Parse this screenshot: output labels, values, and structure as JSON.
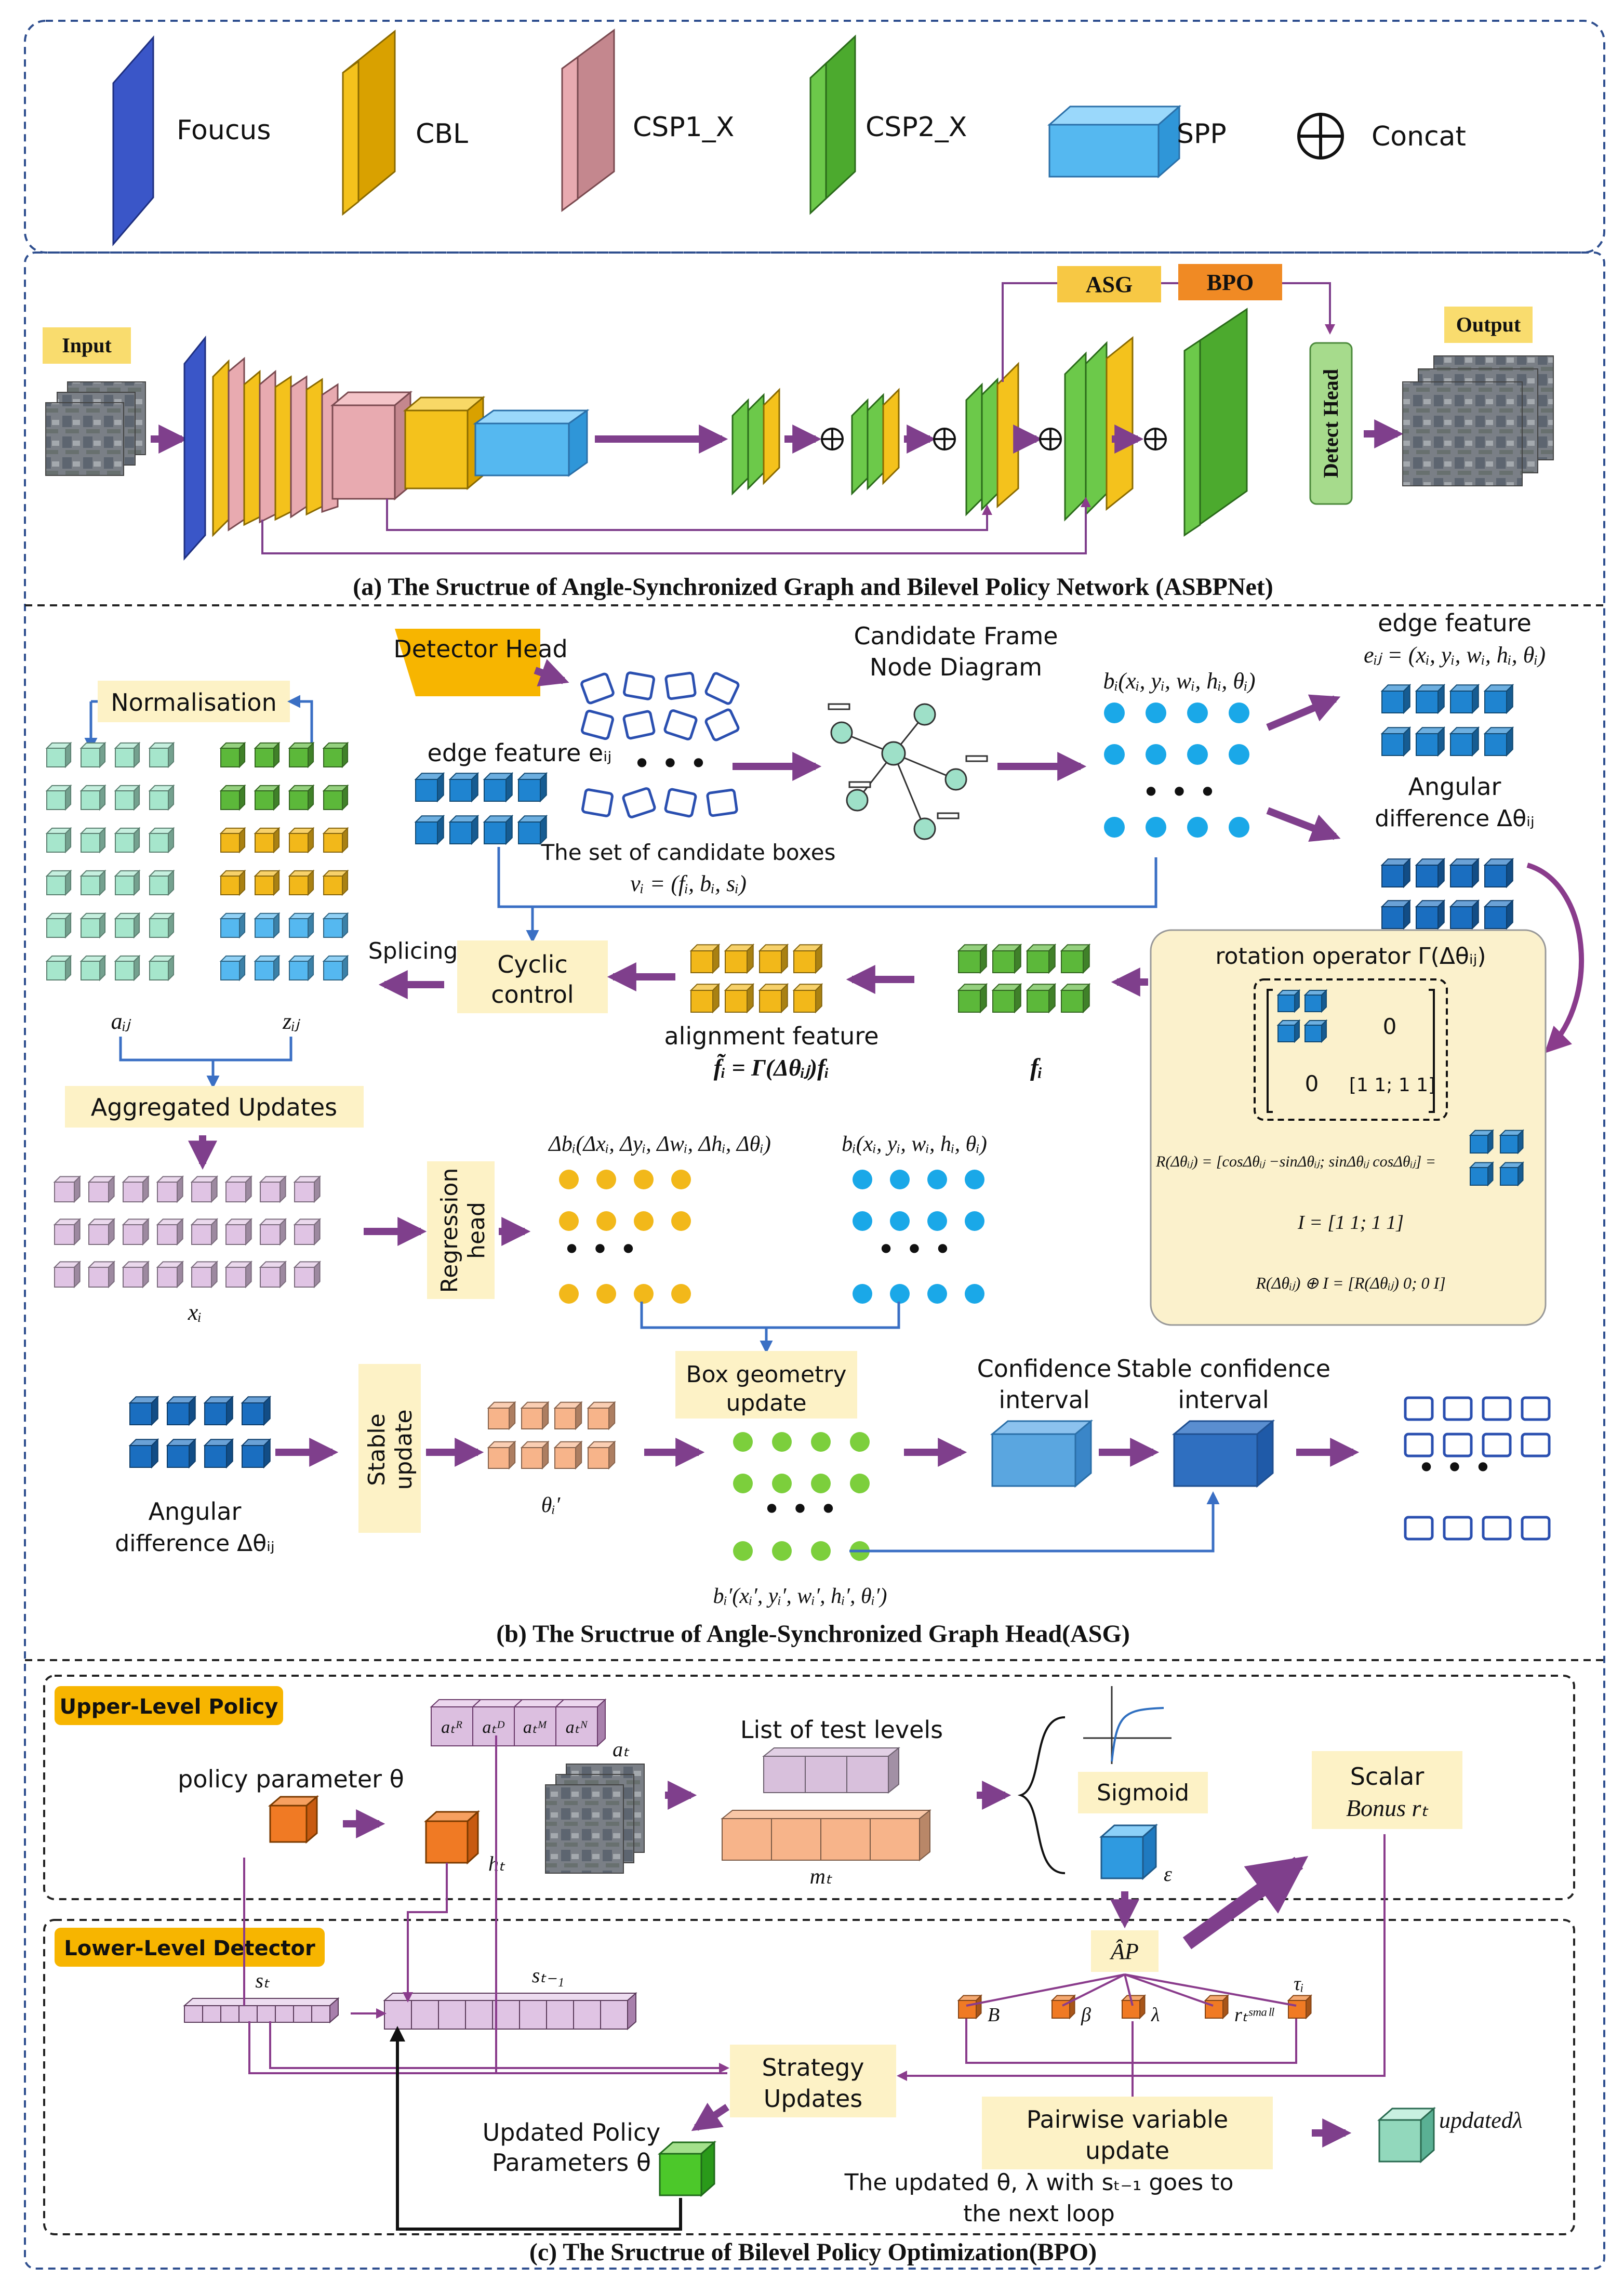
{
  "legend": {
    "focus": "Foucus",
    "cbl": "CBL",
    "csp1": "CSP1_X",
    "csp2": "CSP2_X",
    "spp": "SPP",
    "concat": "Concat"
  },
  "colors": {
    "focus": "#3a56c8",
    "cbl": "#f2b81a",
    "csp1": "#e8aab0",
    "csp2": "#5cb83a",
    "spp": "#55b8f0",
    "asg": "#f7c844",
    "bpo": "#f08a24",
    "arrow": "#7f3f8c",
    "blueLine": "#3a6fc4",
    "tagFill": "#fdf2c6",
    "cyanDot": "#1aa8e8",
    "yellowDot": "#f2b81a",
    "greenDot": "#7ccf3c"
  },
  "panel_a": {
    "input": "Input",
    "output": "Output",
    "asg": "ASG",
    "bpo": "BPO",
    "detect_head": "Detect Head",
    "caption": "(a) The Sructrue of   Angle-Synchronized Graph and Bilevel Policy Network (ASBPNet)"
  },
  "panel_b": {
    "normalisation": "Normalisation",
    "detector_head": "Detector Head",
    "candidate_title_1": "Candidate Frame",
    "candidate_title_2": "Node Diagram",
    "bi_top": "bᵢ(xᵢ, yᵢ, wᵢ, hᵢ, θᵢ)",
    "edge_feature_right_1": "edge feature",
    "edge_feature_right_2": "eᵢⱼ = (xᵢ, yᵢ, wᵢ, hᵢ, θᵢ)",
    "edge_feature_left": "edge feature eᵢⱼ",
    "candidate_set": "The set of candidate boxes",
    "vi": "vᵢ = (fᵢ, bᵢ, sᵢ)",
    "angular_1": "Angular",
    "angular_2": "difference Δθᵢⱼ",
    "splicing": "Splicing",
    "cyclic_1": "Cyclic",
    "cyclic_2": "control",
    "aij": "aᵢⱼ",
    "zij": "zᵢⱼ",
    "align_1": "alignment feature",
    "align_2": "f̃ᵢ = Γ(Δθᵢⱼ)fᵢ",
    "fi": "fᵢ",
    "rotation_title": "rotation operator Γ(Δθᵢⱼ)",
    "matrix_zero_tr": "0",
    "matrix_zero_bl": "0",
    "matrix_ones": "[1 1; 1 1]",
    "r_eq_1": "R(Δθᵢⱼ) = [cosΔθᵢⱼ  −sinΔθᵢⱼ; sinΔθᵢⱼ  cosΔθᵢⱼ] =",
    "i_eq": "I = [1 1; 1 1]",
    "r_eq_2": "R(Δθᵢⱼ) ⊕ I = [R(Δθᵢⱼ) 0; 0 I]",
    "aggregated": "Aggregated Updates",
    "xi": "xᵢ",
    "regression_1": "Regression",
    "regression_2": "head",
    "delta_b": "Δbᵢ(Δxᵢ, Δyᵢ, Δwᵢ, Δhᵢ, Δθᵢ)",
    "bi_mid": "bᵢ(xᵢ, yᵢ, wᵢ, hᵢ, θᵢ)",
    "box_geom_1": "Box geometry",
    "box_geom_2": "update",
    "conf_1": "Confidence",
    "conf_2": "interval",
    "stable_conf_1": "Stable confidence",
    "stable_conf_2": "interval",
    "stable_upd_1": "Stable",
    "stable_upd_2": "update",
    "angular_b_1": "Angular",
    "angular_b_2": "difference Δθᵢⱼ",
    "theta_prime": "θᵢ′",
    "bi_prime": "bᵢ′(xᵢ′, yᵢ′, wᵢ′, hᵢ′, θᵢ′)",
    "dots": "•   •   •",
    "caption": "(b) The Sructrue of  Angle-Synchronized Graph Head(ASG)"
  },
  "panel_c": {
    "upper": "Upper-Level Policy",
    "lower": "Lower-Level Detector",
    "policy_param": "policy parameter θ",
    "ht": "hₜ",
    "actions": [
      "aₜᴿ",
      "aₜᴰ",
      "aₜᴹ",
      "aₜᴺ"
    ],
    "at": "aₜ",
    "test_levels": "List of test levels",
    "mt": "mₜ",
    "sigmoid": "Sigmoid",
    "epsilon": "ε",
    "scalar_1": "Scalar",
    "scalar_2": "Bonus rₜ",
    "ap": "ÂP",
    "st": "sₜ",
    "st1": "sₜ₋₁",
    "params": [
      "B",
      "β",
      "λ",
      "rₜˢᵐᵃˡˡ",
      "τᵢ"
    ],
    "strategy_1": "Strategy",
    "strategy_2": "Updates",
    "updated_policy_1": "Updated Policy",
    "updated_policy_2": "Parameters θ",
    "pairwise_1": "Pairwise variable",
    "pairwise_2": "update",
    "updated_lambda": "updatedλ",
    "loop_1": "The updated θ, λ with sₜ₋₁ goes to",
    "loop_2": "the next loop",
    "caption": "(c) The Sructrue of  Bilevel Policy Optimization(BPO)"
  }
}
